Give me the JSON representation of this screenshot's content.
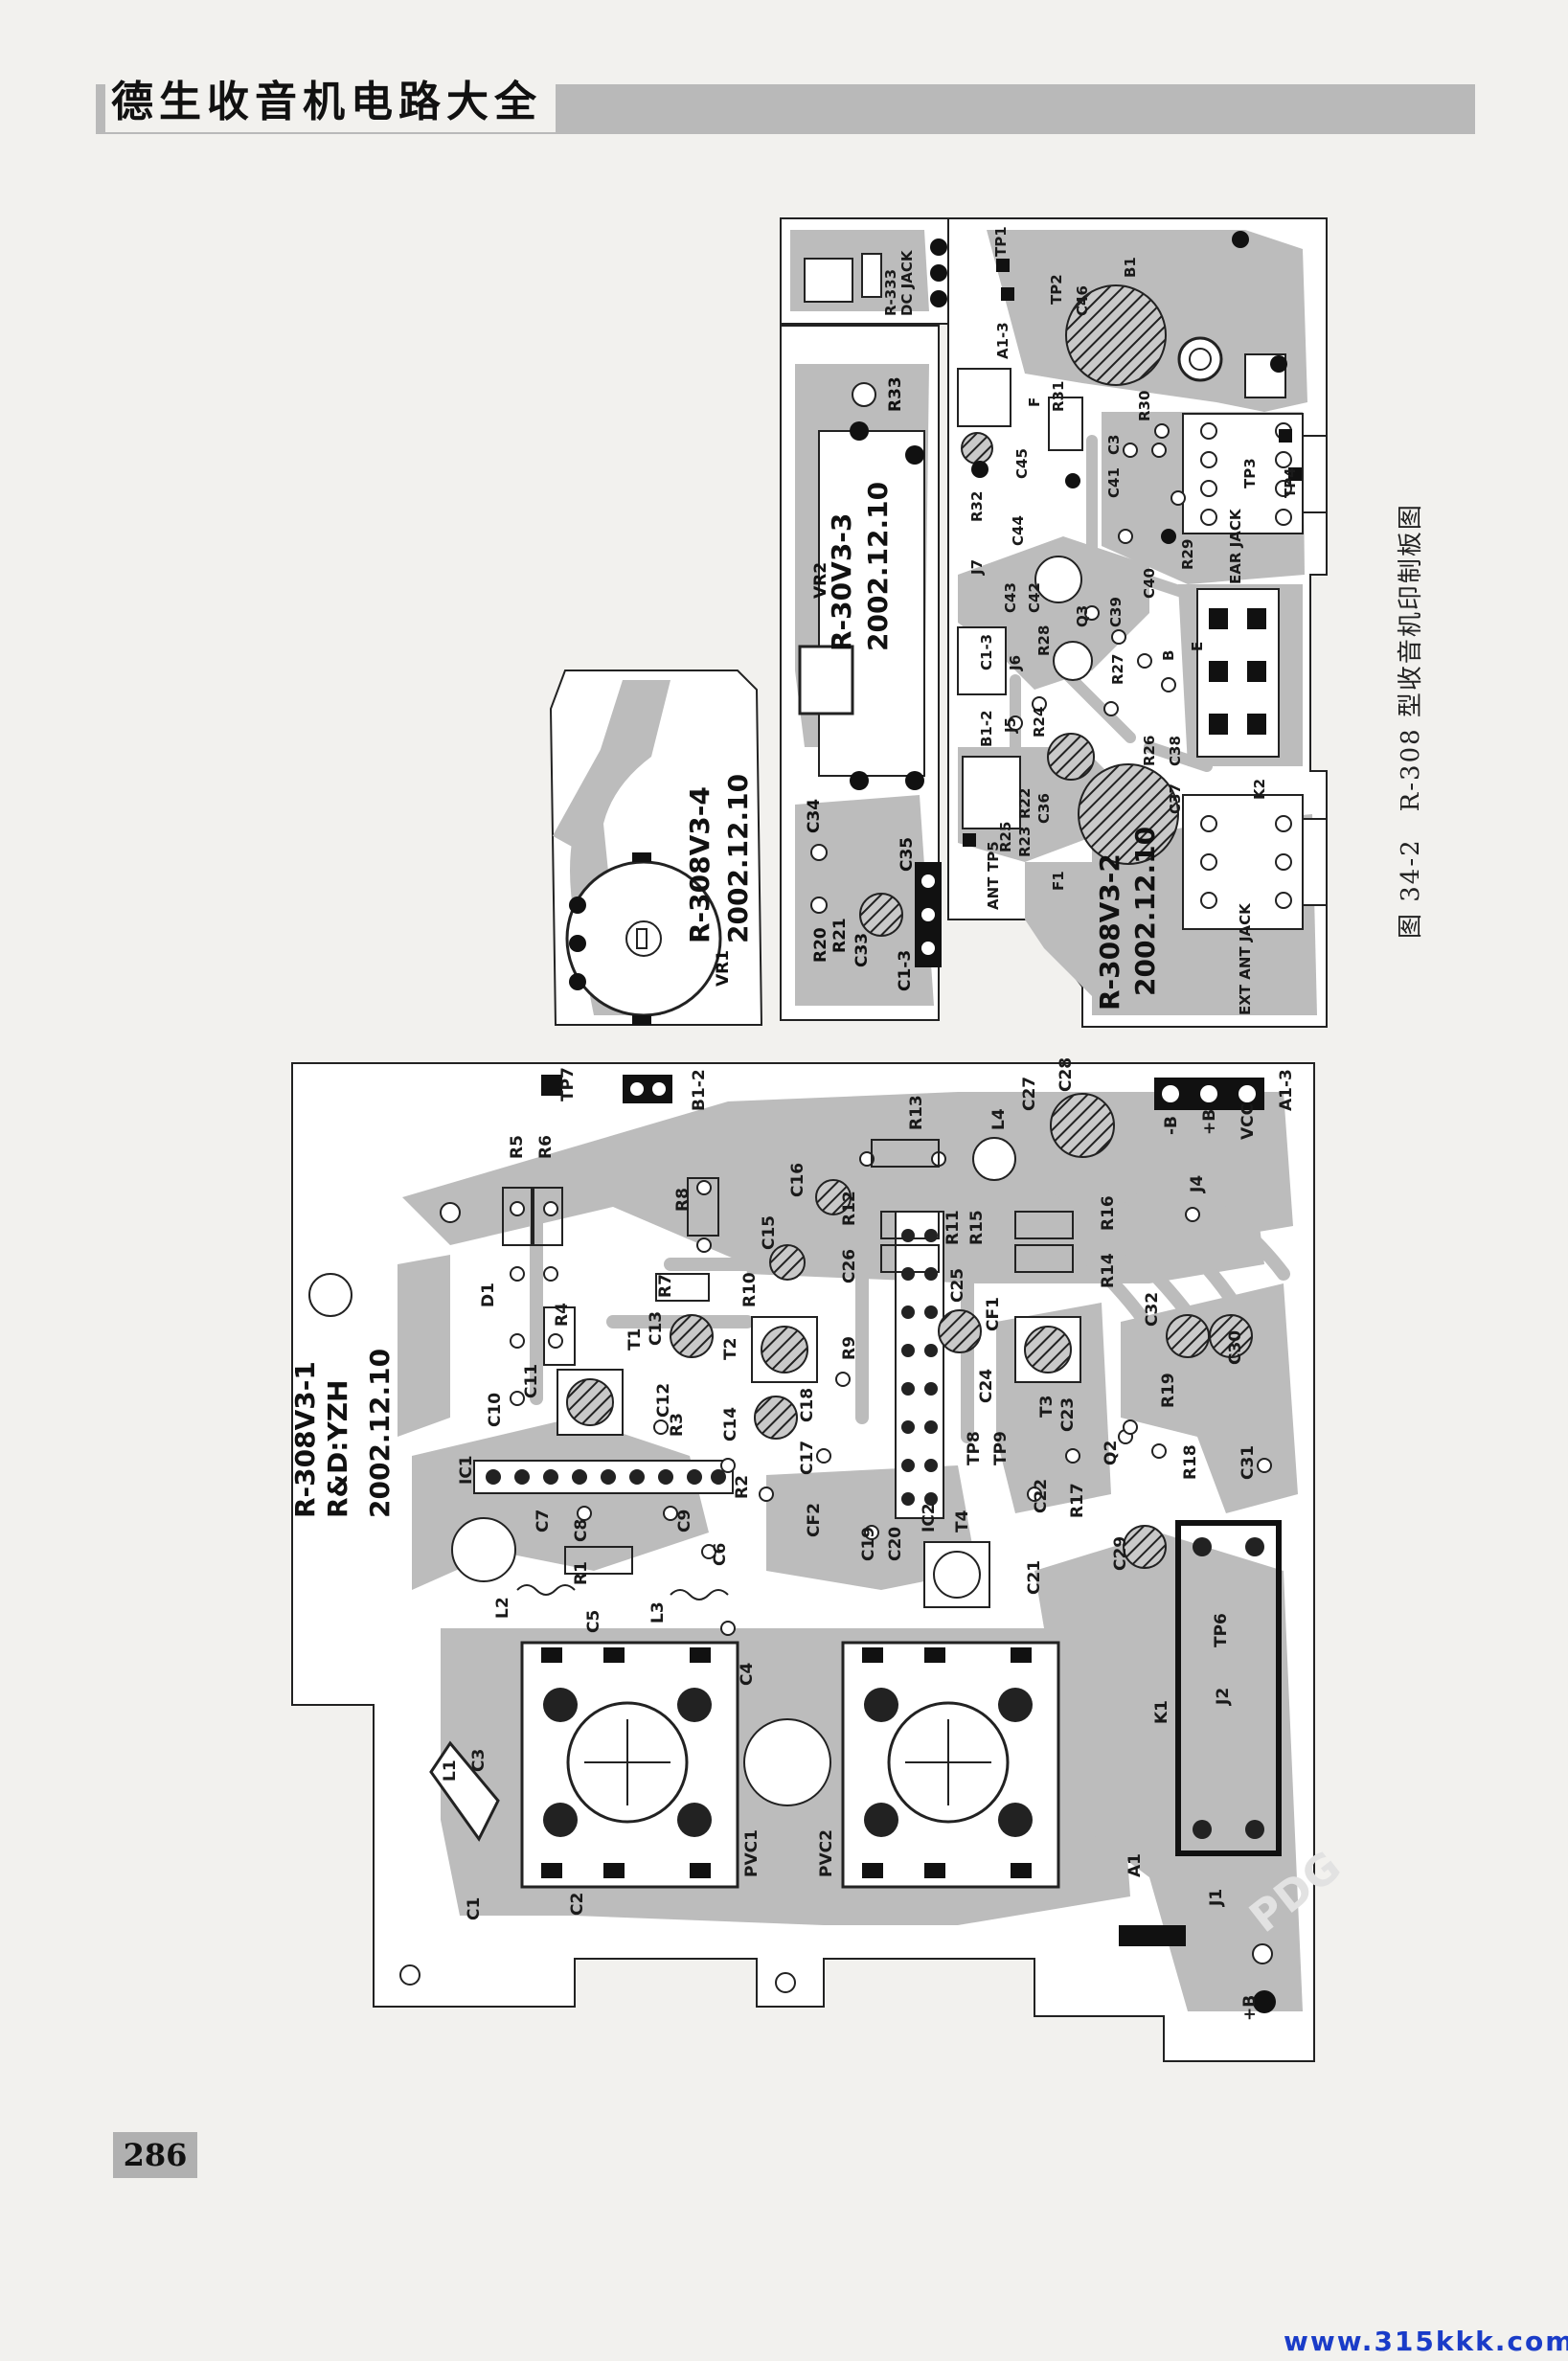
{
  "header": {
    "book_title": "德生收音机电路大全"
  },
  "page_number": "286",
  "figure_caption": "图 34-2　R-308 型收音机印制板图",
  "watermark": "PDG",
  "site_url": "www.315kkk.com",
  "colors": {
    "board": "#ffffff",
    "copper": "#bcbcbc",
    "pad": "#111111",
    "ink": "#1a1a1a",
    "url_blue": "#1a3cc8"
  },
  "boards": {
    "main": {
      "name": "R-308V3-1",
      "designer": "R&D:YZH",
      "date": "2002.12.10"
    },
    "vr1": {
      "name": "R-308V3-4",
      "date": "2002.12.10"
    },
    "vr2": {
      "name": "R-30V3-3",
      "date": "2002.12.10"
    },
    "upper": {
      "name": "R-308V3-2",
      "date": "2002.12.10"
    }
  },
  "labels": {
    "main": [
      "TP7",
      "B1-2",
      "R5",
      "R6",
      "R8",
      "R13",
      "L4",
      "C27",
      "C28",
      "-B",
      "+B",
      "VCC",
      "A1-3",
      "R12",
      "R11",
      "R15",
      "R16",
      "C15",
      "C16",
      "C26",
      "R10",
      "R7",
      "D1",
      "R4",
      "T1",
      "C13",
      "T2",
      "C25",
      "CF1",
      "R14",
      "C32",
      "C11",
      "C10",
      "C12",
      "R3",
      "C14",
      "C18",
      "R9",
      "C24",
      "T3",
      "C23",
      "R19",
      "C30",
      "IC1",
      "C17",
      "TP8",
      "TP9",
      "Q2",
      "R18",
      "C31",
      "R2",
      "CF2",
      "IC2",
      "C22",
      "R17",
      "C7",
      "C9",
      "C8",
      "R1",
      "C6",
      "C19",
      "C20",
      "T4",
      "C21",
      "C29",
      "L2",
      "L3",
      "C5",
      "C4",
      "TP6",
      "J2",
      "K1",
      "L1",
      "C3",
      "PVC1",
      "PVC2",
      "C1",
      "C2",
      "A1",
      "J1",
      "J4",
      "+B"
    ],
    "vr1": [
      "VR1"
    ],
    "vr2": [
      "R33",
      "VR2",
      "C34",
      "C35",
      "R20",
      "R21",
      "C33",
      "C1-3"
    ],
    "upper": [
      "R-333",
      "DC JACK",
      "TP1",
      "TP2",
      "B1",
      "C46",
      "A1-3",
      "R31",
      "R30",
      "C3",
      "C45",
      "C44",
      "R32",
      "C41",
      "C43",
      "C42",
      "J7",
      "Q3",
      "R28",
      "C39",
      "C40",
      "R29",
      "TP3",
      "TP4",
      "EAR JACK",
      "J5",
      "J6",
      "R27",
      "R24",
      "R26",
      "C38",
      "C37",
      "C36",
      "R23",
      "R22",
      "R25",
      "TP5",
      "ANT",
      "F1",
      "K2",
      "EXT ANT JACK",
      "B1-2",
      "C1-3",
      "F",
      "E",
      "B"
    ]
  }
}
